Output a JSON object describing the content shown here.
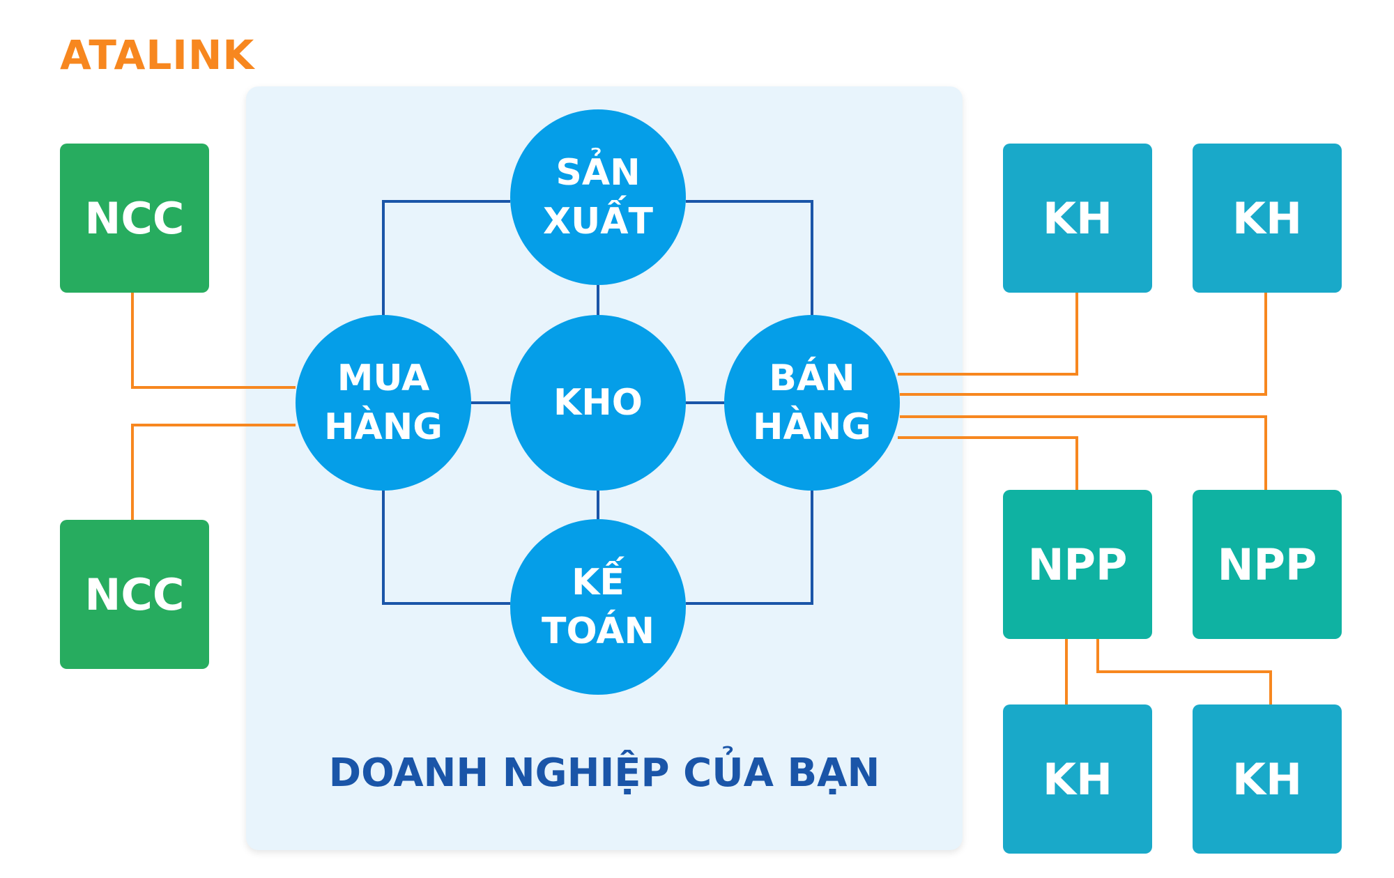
{
  "brand": {
    "logo": "ATALINK"
  },
  "panel": {
    "title": "DOANH NGHIỆP CỦA BẠN"
  },
  "modules": {
    "production": "SẢN\nXUẤT",
    "purchasing": "MUA\nHÀNG",
    "warehouse": "KHO",
    "sales": "BÁN\nHÀNG",
    "accounting": "KẾ\nTOÁN"
  },
  "partners": {
    "supplier_top": "NCC",
    "supplier_bottom": "NCC",
    "customer_top_left": "KH",
    "customer_top_right": "KH",
    "distributor_left": "NPP",
    "distributor_right": "NPP",
    "customer_bottom_left": "KH",
    "customer_bottom_right": "KH"
  },
  "colors": {
    "brand_orange": "#f7871f",
    "module_blue": "#059ee8",
    "internal_line": "#1a55a8",
    "external_line": "#f7871f",
    "supplier_green": "#27ac5f",
    "customer_teal": "#19a9c9",
    "distributor_teal": "#0fb2a2",
    "panel_title": "#1a55a8"
  }
}
